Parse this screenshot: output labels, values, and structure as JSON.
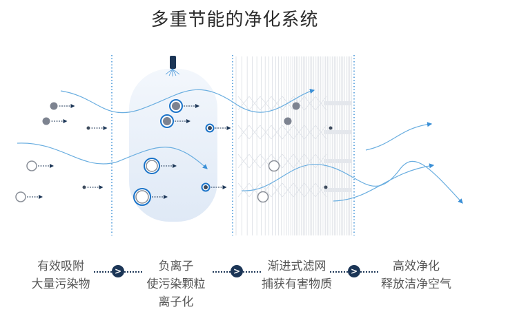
{
  "title": "多重节能的净化系统",
  "steps": [
    {
      "lines": [
        "有效吸附",
        "大量污染物"
      ]
    },
    {
      "lines": [
        "负离子",
        "使污染颗粒",
        "离子化"
      ]
    },
    {
      "lines": [
        "渐进式滤网",
        "捕获有害物质"
      ]
    },
    {
      "lines": [
        "高效净化",
        "释放洁净空气"
      ]
    }
  ],
  "connector_glyph": ">",
  "colors": {
    "accent": "#1a73c8",
    "navy": "#1b3556",
    "flow": "#6aaee0",
    "particle": "#7d8390"
  }
}
